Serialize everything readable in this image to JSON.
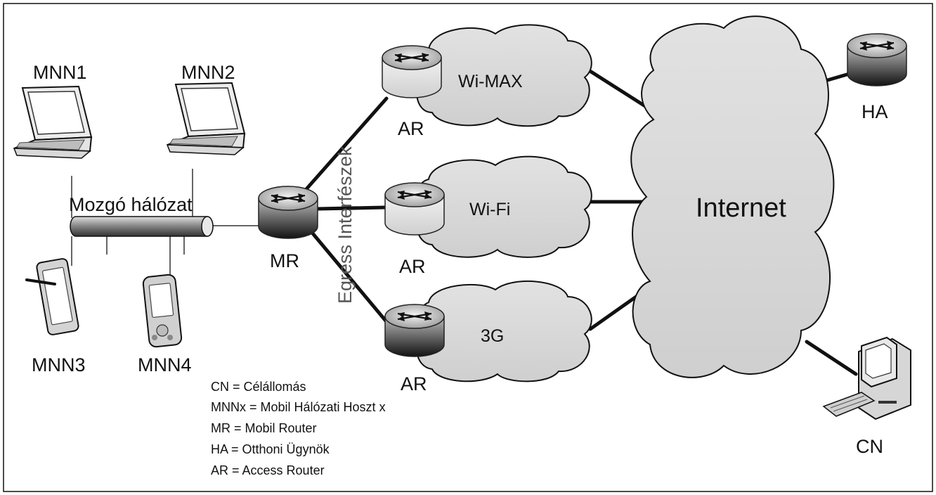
{
  "nodes": {
    "mnn1": "MNN1",
    "mnn2": "MNN2",
    "mnn3": "MNN3",
    "mnn4": "MNN4",
    "mr": "MR",
    "ar1": "AR",
    "ar2": "AR",
    "ar3": "AR",
    "ha": "HA",
    "cn": "CN"
  },
  "networks": {
    "wimax": "Wi-MAX",
    "wifi": "Wi-Fi",
    "g3": "3G",
    "internet": "Internet",
    "mobile_network": "Mozgó hálózat"
  },
  "egress_label": "Egress Interfészek",
  "legend": [
    "CN = Célállomás",
    "MNNx = Mobil Hálózati Hoszt x",
    "MR = Mobil Router",
    "HA = Otthoni Ügynök",
    "AR = Access Router"
  ]
}
